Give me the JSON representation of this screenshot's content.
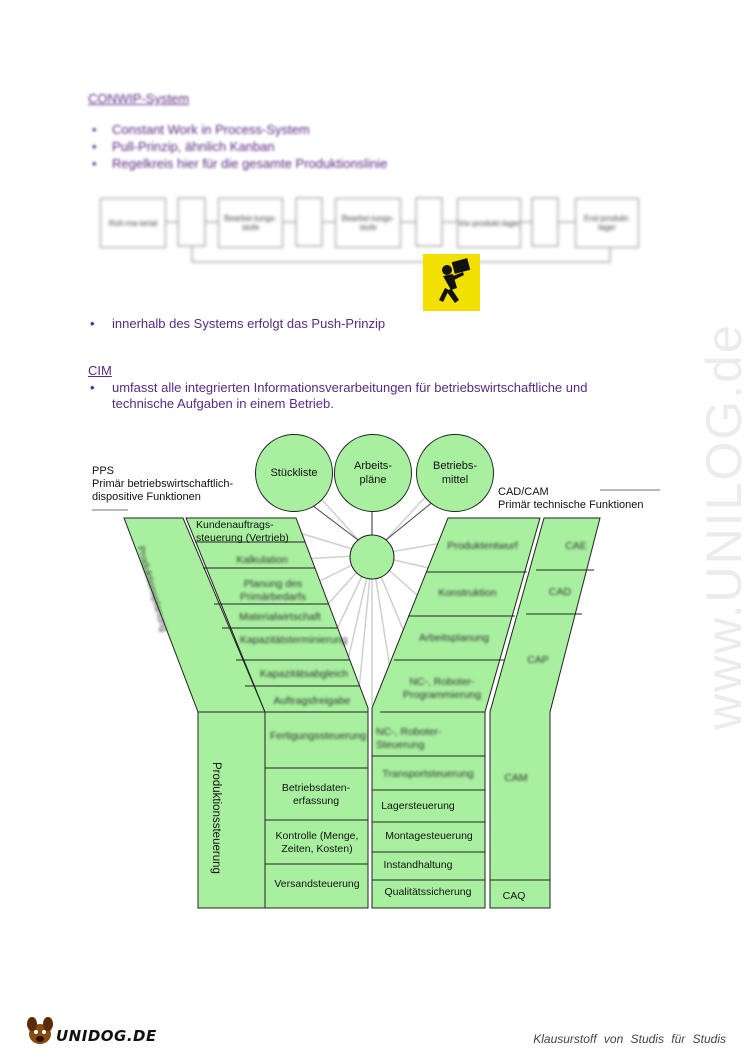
{
  "conwip": {
    "heading": "CONWIP-System",
    "bullets": [
      "Constant Work in Process-System",
      "Pull-Prinzip, ähnlich Kanban",
      "Regelkreis hier für die gesamte Produktionslinie"
    ],
    "flow_boxes": [
      "Roh-ma-terial",
      "Bearbei-tungs-stufe",
      "Bearbei-tungs-stufe",
      "Vor-produkt-lager",
      "End-produkt-lager"
    ],
    "after_bullet": "innerhalb des Systems erfolgt das Push-Prinzip"
  },
  "cim": {
    "heading": "CIM",
    "bullet_line1": "umfasst alle integrierten Informationsverarbeitungen für betriebswirtschaftliche und",
    "bullet_line2": "technische Aufgaben in einem Betrieb."
  },
  "diagram": {
    "circles": {
      "c1": "Stückliste",
      "c2_line1": "Arbeits-",
      "c2_line2": "pläne",
      "c3_line1": "Betriebs-",
      "c3_line2": "mittel"
    },
    "pps_line1": "PPS",
    "pps_line2": "Primär betriebswirtschaftlich-",
    "pps_line3": "dispositive Funktionen",
    "cad_line1": "CAD/CAM",
    "cad_line2": "Primär technische Funktionen",
    "left_vertical_top": "Produktionsplanung",
    "left_vertical_bottom": "Produktionssteuerung",
    "left_items": [
      "Kundenauftrags-steuerung (Vertrieb)",
      "Kalkulation",
      "Planung des Primärbedarfs",
      "Materialwirtschaft",
      "Kapazitätsterminierung",
      "Kapazitätsabgleich",
      "Auftragsfreigabe",
      "Fertigungssteuerung",
      "Betriebsdaten-erfassung",
      "Kontrolle (Menge, Zeiten, Kosten)",
      "Versandsteuerung"
    ],
    "right_items": [
      "Produktentwurf",
      "Konstruktion",
      "Arbeitsplanung",
      "NC-, Roboter-Programmierung",
      "NC-, Roboter-Steuerung",
      "Transportsteuerung",
      "Lagersteuerung",
      "Montagesteuerung",
      "Instandhaltung",
      "Qualitätssicherung"
    ],
    "far_right": [
      "CAE",
      "CAD",
      "CAP",
      "CAM",
      "CAQ"
    ]
  },
  "watermark": "www.UNILOG.de",
  "logo": "UNIDOG.DE",
  "footer": "Klausurstoff von Studis für Studis",
  "colors": {
    "text_purple": "#5a2a82",
    "diagram_green": "#a8f0a0",
    "sign_yellow": "#f2e000"
  }
}
